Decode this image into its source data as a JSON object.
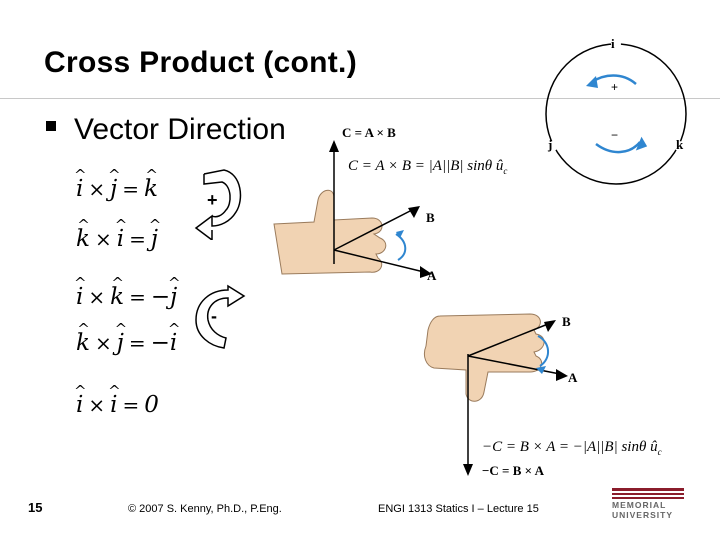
{
  "slide": {
    "title": "Cross Product (cont.)",
    "bullet_text": "Vector Direction",
    "slide_number": "15",
    "copyright": "© 2007 S. Kenny, Ph.D., P.Eng.",
    "course": "ENGI 1313 Statics I – Lecture 15"
  },
  "equations": [
    {
      "a": "i",
      "op": "×",
      "b": "j",
      "eq": "=",
      "r": "k",
      "sign": ""
    },
    {
      "a": "k",
      "op": "×",
      "b": "i",
      "eq": "=",
      "r": "j",
      "sign": ""
    },
    {
      "a": "i",
      "op": "×",
      "b": "k",
      "eq": "=",
      "r": "j",
      "sign": "−"
    },
    {
      "a": "k",
      "op": "×",
      "b": "j",
      "eq": "=",
      "r": "i",
      "sign": "−"
    },
    {
      "a": "i",
      "op": "×",
      "b": "i",
      "eq": "=",
      "r": "0",
      "sign": ""
    }
  ],
  "rotation_signs": {
    "positive": "+",
    "negative": "-"
  },
  "circle_diagram": {
    "i": "i",
    "j": "j",
    "k": "k",
    "plus": "+",
    "minus": "−"
  },
  "figure_top": {
    "label": "C = A × B",
    "formula_lhs": "C",
    "formula_mid": "= A × B =",
    "formula_rhs": "|A||B| sinθ û",
    "formula_sub": "c",
    "label_A": "A",
    "label_B": "B"
  },
  "figure_bottom": {
    "label": "−C = B × A",
    "formula": "−C = B × A = −|A||B| sinθ û",
    "formula_sub": "c",
    "label_A": "A",
    "label_B": "B"
  },
  "logo": {
    "line1": "MEMORIAL",
    "line2": "UNIVERSITY"
  },
  "colors": {
    "arrow_blue": "#2f86d0",
    "skin": "#f1d3b3",
    "skin_line": "#9a7b5c"
  }
}
